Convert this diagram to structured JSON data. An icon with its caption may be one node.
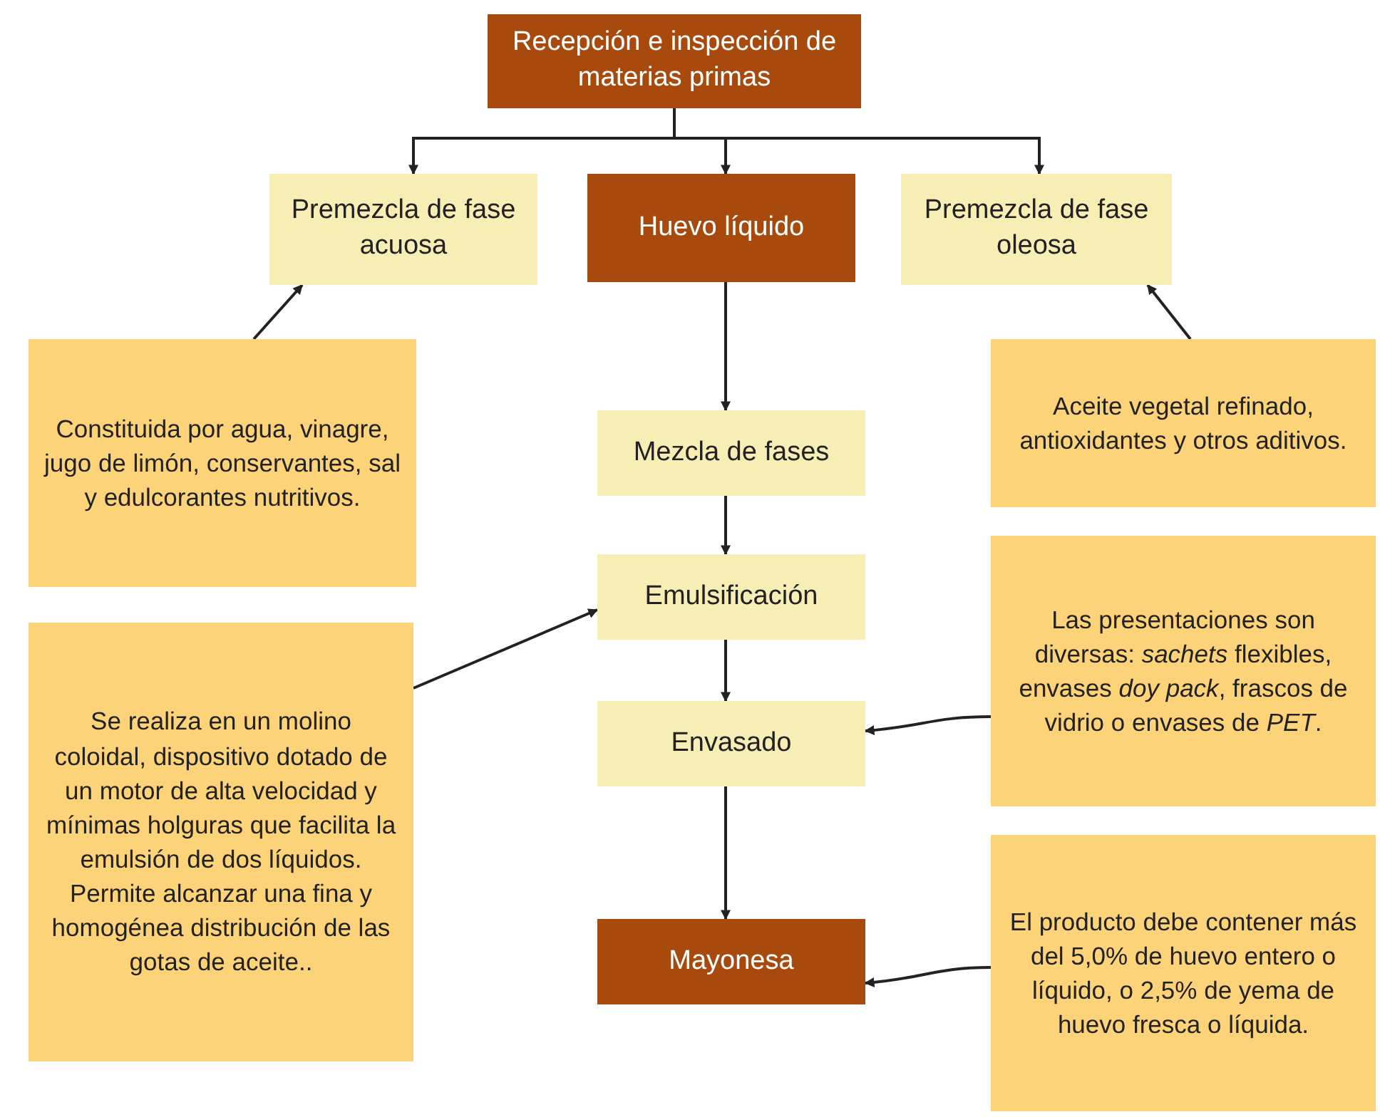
{
  "diagram": {
    "nodes": [
      {
        "text": [
          "Recepción e inspección de materias primas"
        ]
      },
      {
        "text": [
          "Premezcla de fase acuosa"
        ]
      },
      {
        "text": [
          "Huevo líquido"
        ]
      },
      {
        "text": [
          "Premezcla de fase oleosa"
        ]
      },
      {
        "text": [
          "Constituida por agua, vinagre, jugo de limón, conservantes, sal y edulcorantes nutritivos."
        ]
      },
      {
        "text": [
          "Aceite vegetal refinado, antioxidantes y otros aditivos."
        ]
      },
      {
        "text": [
          "Mezcla de fases"
        ]
      },
      {
        "text": [
          "Emulsificación"
        ]
      },
      {
        "text": [
          "Las presentaciones son diversas: *sachets* flexibles, envases *doy pack*, frascos de vidrio o envases de *PET*."
        ]
      },
      {
        "text": [
          "Se realiza en un molino coloidal, dispositivo dotado de un motor de alta velocidad y mínimas holguras que facilita la emulsión de dos líquidos. Permite alcanzar una fina y homogénea distribución de las gotas de aceite.."
        ]
      },
      {
        "text": [
          "Envasado"
        ]
      },
      {
        "text": [
          "El producto debe contener más del 5,0% de huevo entero o líquido, o 2,5% de yema de huevo fresca o líquida."
        ]
      },
      {
        "text": [
          "Mayonesa"
        ]
      }
    ],
    "edges": [
      {
        "from": 0,
        "to": 1,
        "arrow": "to"
      },
      {
        "from": 0,
        "to": 2,
        "arrow": "to"
      },
      {
        "from": 0,
        "to": 3,
        "arrow": "to"
      },
      {
        "from": 2,
        "to": 6,
        "arrow": "to"
      },
      {
        "from": 6,
        "to": 7,
        "arrow": "to"
      },
      {
        "from": 7,
        "to": 10,
        "arrow": "to"
      },
      {
        "from": 10,
        "to": 12,
        "arrow": "to"
      },
      {
        "from": 4,
        "to": 1,
        "arrow": "to"
      },
      {
        "from": 5,
        "to": 3,
        "arrow": "to"
      },
      {
        "from": 9,
        "to": 7,
        "arrow": "to"
      },
      {
        "from": 8,
        "to": 10,
        "arrow": "to"
      },
      {
        "from": 11,
        "to": 12,
        "arrow": "to"
      }
    ]
  }
}
